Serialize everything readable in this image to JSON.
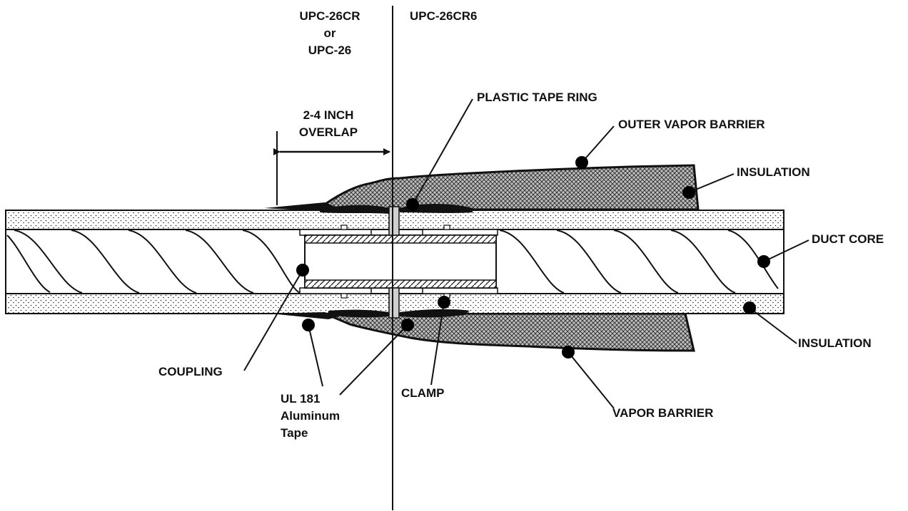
{
  "header": {
    "left_model_line1": "UPC-26CR",
    "left_model_line2": "or",
    "left_model_line3": "UPC-26",
    "right_model": "UPC-26CR6"
  },
  "overlap": {
    "line1": "2-4 INCH",
    "line2": "OVERLAP"
  },
  "labels": {
    "plastic_tape_ring": "PLASTIC TAPE RING",
    "outer_vapor_barrier": "OUTER VAPOR BARRIER",
    "insulation_top": "INSULATION",
    "duct_core": "DUCT CORE",
    "insulation_bottom": "INSULATION",
    "coupling": "COUPLING",
    "tape_line1": "UL 181",
    "tape_line2": "Aluminum",
    "tape_line3": "Tape",
    "clamp": "CLAMP",
    "vapor_barrier": "VAPOR BARRIER"
  },
  "colors": {
    "ink": "#111111",
    "background": "#ffffff"
  }
}
